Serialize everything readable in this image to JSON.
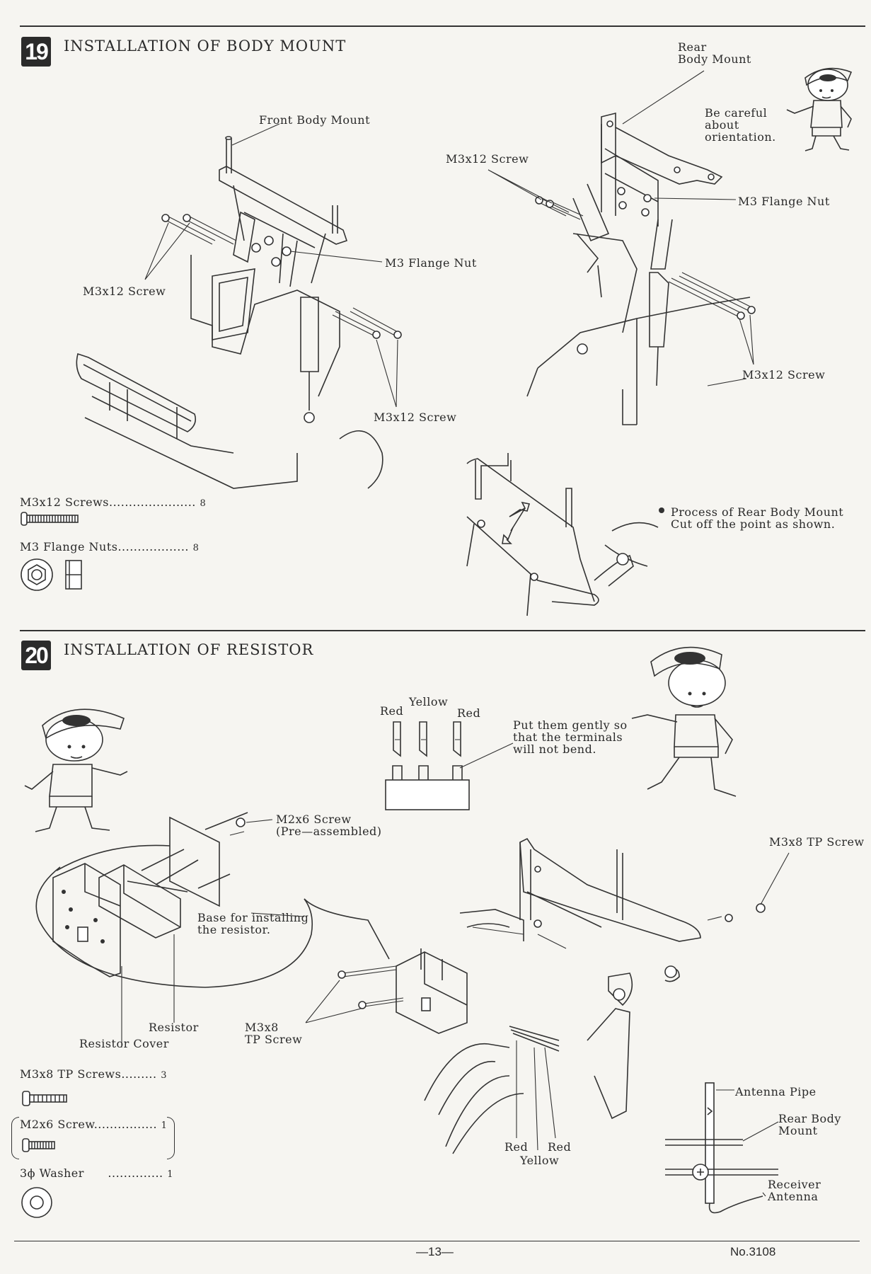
{
  "section19": {
    "number": "19",
    "title": "INSTALLATION OF BODY MOUNT",
    "labels": {
      "front_body_mount": "Front Body Mount",
      "rear_body_mount": "Rear\nBody Mount",
      "be_careful": "Be careful\nabout\norientation.",
      "m3x12_screw_top": "M3x12 Screw",
      "m3_flange_nut_right": "M3 Flange Nut",
      "m3_flange_nut_left": "M3 Flange Nut",
      "m3x12_screw_left": "M3x12 Screw",
      "m3x12_screw_bottom": "M3x12 Screw",
      "m3x12_screw_right": "M3x12 Screw",
      "process_note": "Process of Rear Body Mount\nCut off the point as shown."
    },
    "parts": [
      {
        "name": "M3x12 Screws",
        "leader": "......................",
        "qty": "8"
      },
      {
        "name": "M3 Flange Nuts",
        "leader": "..................",
        "qty": "8"
      }
    ]
  },
  "section20": {
    "number": "20",
    "title": "INSTALLATION OF RESISTOR",
    "labels": {
      "yellow": "Yellow",
      "red_left": "Red",
      "red_right": "Red",
      "put_them_gently": "Put them gently so\nthat the terminals\nwill not bend.",
      "m2x6_screw": "M2x6 Screw\n(Pre—assembled)",
      "m3x8_tp_screw_right": "M3x8 TP Screw",
      "base_for_installing": "Base for installing\nthe resistor.",
      "resistor": "Resistor",
      "resistor_cover": "Resistor Cover",
      "m3x8_tp_screw_bottom": "M3x8\nTP Screw",
      "red_bottom_left": "Red",
      "red_bottom_right": "Red",
      "yellow_bottom": "Yellow",
      "antenna_pipe": "Antenna Pipe",
      "rear_body_mount": "Rear Body\nMount",
      "receiver_antenna": "Receiver\nAntenna"
    },
    "parts": [
      {
        "name": "M3x8 TP Screws",
        "leader": ".........",
        "qty": "3"
      },
      {
        "name": "M2x6 Screw",
        "leader": "................",
        "qty": "1"
      },
      {
        "name": "3ϕ Washer",
        "leader": "..............",
        "qty": "1"
      }
    ]
  },
  "footer": {
    "page": "—13—",
    "doc_no": "No.3108"
  },
  "icons": [
    "screw-icon",
    "flange-nut-icon",
    "washer-icon",
    "mascot-icon"
  ]
}
